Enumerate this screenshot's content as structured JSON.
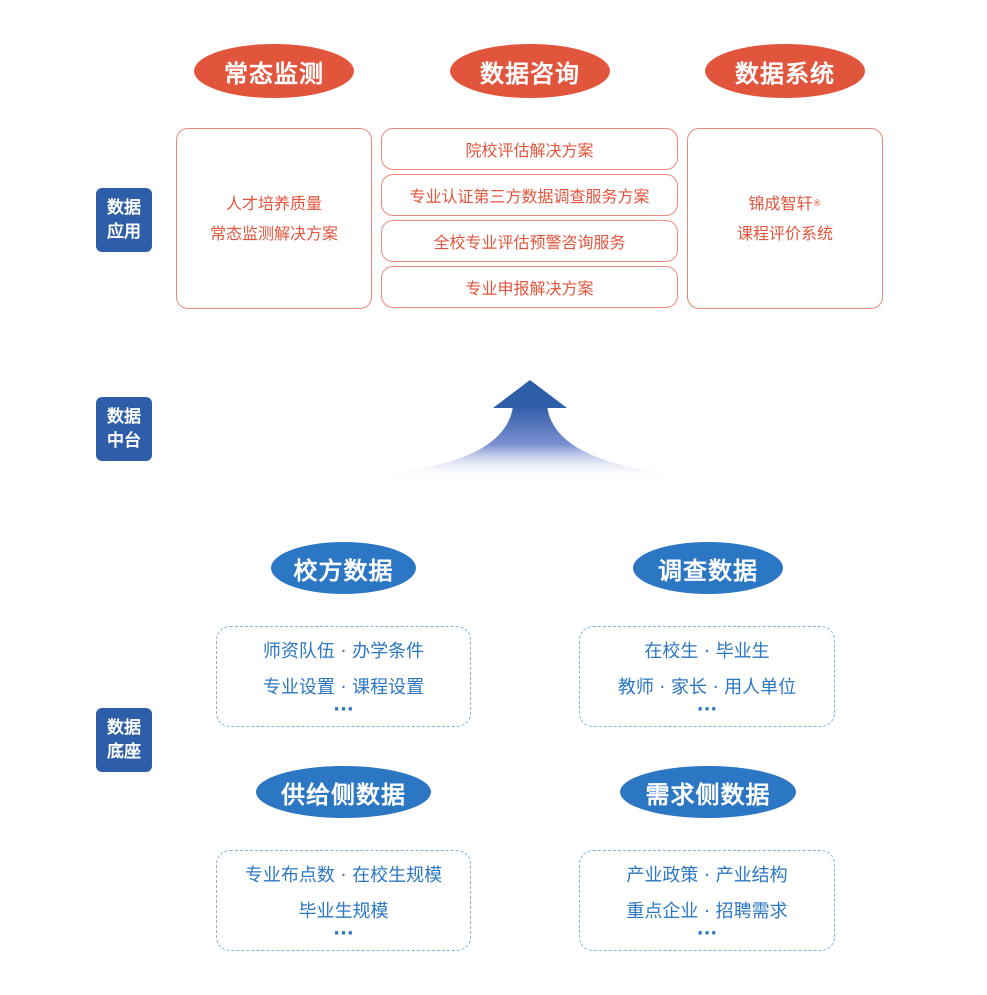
{
  "layers": {
    "application": [
      "数据",
      "应用"
    ],
    "middle": [
      "数据",
      "中台"
    ],
    "base": [
      "数据",
      "底座"
    ]
  },
  "application": {
    "headers": [
      "常态监测",
      "数据咨询",
      "数据系统"
    ],
    "left_box": [
      "人才培养质量",
      "常态监测解决方案"
    ],
    "middle_boxes": [
      "院校评估解决方案",
      "专业认证第三方数据调查服务方案",
      "全校专业评估预警咨询服务",
      "专业申报解决方案"
    ],
    "right_box": {
      "line1": "锦成智轩",
      "mark": "®",
      "line2": "课程评价系统"
    }
  },
  "base": {
    "school": {
      "title": "校方数据",
      "lines": [
        "师资队伍 · 办学条件",
        "专业设置 · 课程设置"
      ],
      "more": "···"
    },
    "survey": {
      "title": "调查数据",
      "lines": [
        "在校生 · 毕业生",
        "教师 · 家长 · 用人单位"
      ],
      "more": "···"
    },
    "supply": {
      "title": "供给侧数据",
      "lines": [
        "专业布点数 · 在校生规模",
        "毕业生规模"
      ],
      "more": "···"
    },
    "demand": {
      "title": "需求侧数据",
      "lines": [
        "产业政策 · 产业结构",
        "重点企业 · 招聘需求"
      ],
      "more": "···"
    }
  },
  "colors": {
    "red": "#e2553d",
    "red_border": "#eb8a7c",
    "blue": "#2c77c4",
    "tag_blue": "#2f5ea8",
    "dash_border": "#7fb0de"
  }
}
